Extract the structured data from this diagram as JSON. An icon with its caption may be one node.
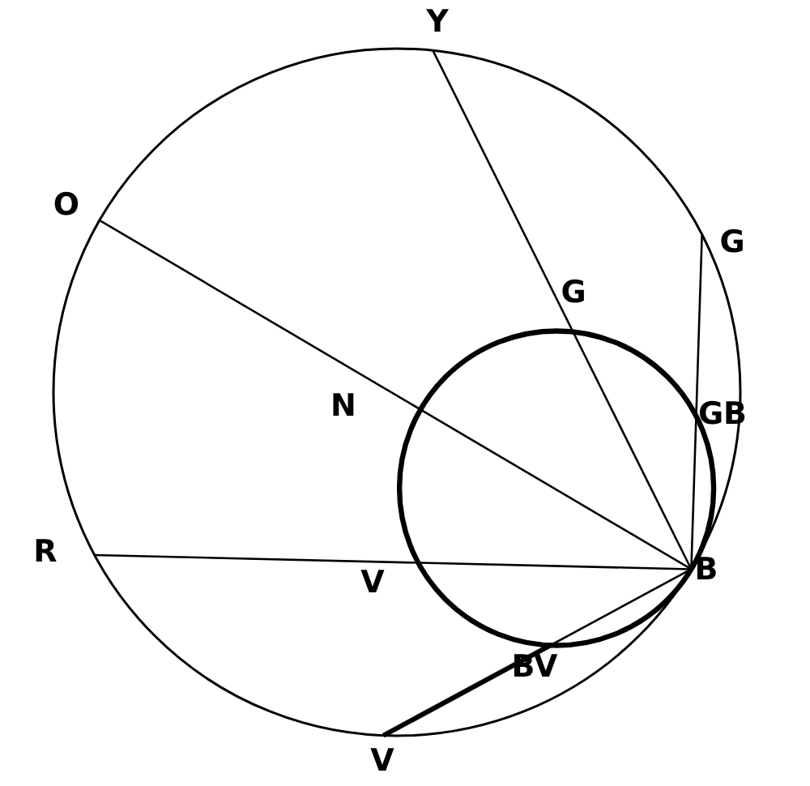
{
  "diagram": {
    "nodes": [
      {
        "text": [
          "Y"
        ]
      },
      {
        "text": [
          "O"
        ]
      },
      {
        "text": [
          "G"
        ]
      },
      {
        "text": [
          "G"
        ]
      },
      {
        "text": [
          "GB"
        ]
      },
      {
        "text": [
          "N"
        ]
      },
      {
        "text": [
          "R"
        ]
      },
      {
        "text": [
          "V"
        ]
      },
      {
        "text": [
          "B"
        ]
      },
      {
        "text": [
          "BV"
        ]
      },
      {
        "text": [
          "V"
        ]
      }
    ],
    "edges": [
      {
        "from": 8,
        "to": 0,
        "arrow": "none"
      },
      {
        "from": 8,
        "to": 1,
        "arrow": "none"
      },
      {
        "from": 8,
        "to": 2,
        "arrow": "none"
      },
      {
        "from": 8,
        "to": 6,
        "arrow": "none"
      },
      {
        "from": 8,
        "to": 10,
        "arrow": "none"
      },
      {
        "from": 10,
        "to": 9,
        "arrow": "none",
        "style": "thick"
      }
    ]
  }
}
